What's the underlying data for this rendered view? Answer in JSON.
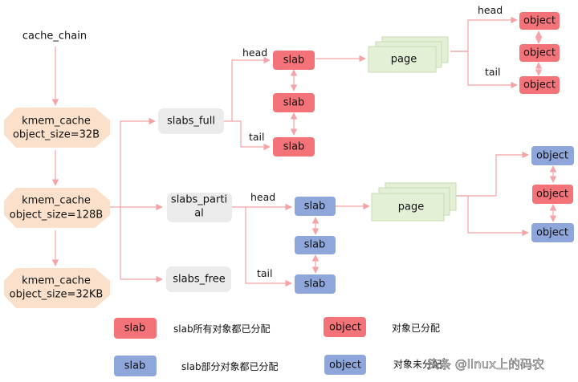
{
  "cache_chain": "cache_chain",
  "caches": [
    {
      "name": "kmem_cache",
      "size": "object_size=32B"
    },
    {
      "name": "kmem_cache",
      "size": "object_size=128B"
    },
    {
      "name": "kmem_cache",
      "size": "object_size=32KB"
    }
  ],
  "lists": {
    "full": "slabs_full",
    "partial_l1": "slabs_parti",
    "partial_l2": "al",
    "free": "slabs_free"
  },
  "labels": {
    "head": "head",
    "tail": "tail"
  },
  "slab": "slab",
  "page": "page",
  "object": "object",
  "legend": {
    "full_desc": "slab所有对象都已分配",
    "allocated_desc": "对象已分配",
    "partial_desc": "slab部分对象都已分配",
    "unallocated_desc": "对象未分配"
  },
  "watermark": "头条 @linux上的码农",
  "colors": {
    "red": "#f47379",
    "blue": "#8ea6da",
    "peach": "#fbe1cb",
    "gray_box": "#ebebeb",
    "page_green": "#e3f0d6",
    "arrow": "#f5a3a6"
  }
}
